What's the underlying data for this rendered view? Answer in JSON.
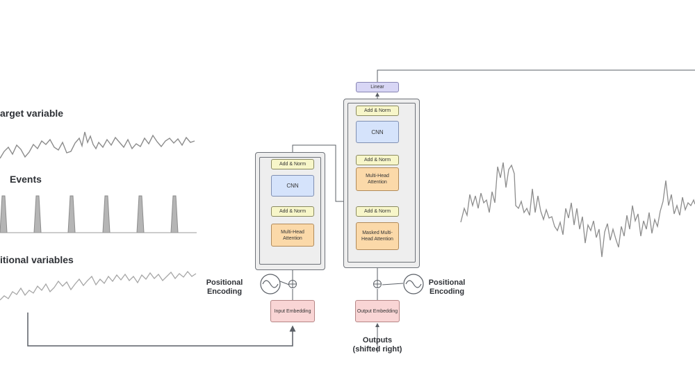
{
  "left_panel": {
    "target_label": "arget variable",
    "events_label": "Events",
    "additional_label": "itional variables"
  },
  "encoder": {
    "add_norm_top": "Add & Norm",
    "cnn": "CNN",
    "add_norm_bottom": "Add & Norm",
    "attention": "Multi-Head Attention",
    "embedding": "Input Embedding",
    "positional_encoding": "Positional Encoding"
  },
  "decoder": {
    "linear": "Linear",
    "add_norm_top": "Add & Norm",
    "cnn": "CNN",
    "add_norm_mid": "Add & Norm",
    "attention": "Multi-Head Attention",
    "add_norm_bottom": "Add & Norm",
    "masked_attention": "Masked Multi-Head Attention",
    "embedding": "Output Embedding",
    "positional_encoding": "Positional Encoding",
    "outputs": "Outputs (shifted right)"
  },
  "colors": {
    "add_norm": "#f7f6c9",
    "cnn": "#d5e3fb",
    "attention": "#fbd9a9",
    "embedding": "#f9d5d5",
    "linear": "#d8d6f5",
    "line": "#5a5f66",
    "signal": "#8c8c8c"
  },
  "icons": {
    "positional_encoding": "sine-wave-circle-icon",
    "add_operator": "circled-plus-icon"
  }
}
